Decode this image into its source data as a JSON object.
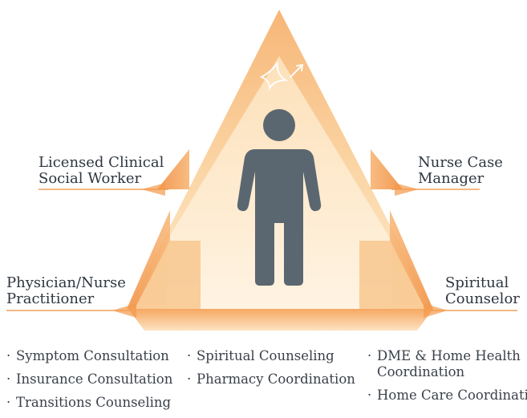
{
  "roles": {
    "top_left": [
      "Licensed Clinical",
      "Social Worker"
    ],
    "top_right": [
      "Nurse Case",
      "Manager"
    ],
    "bottom_left": [
      "Physician/Nurse",
      "Practitioner"
    ],
    "bottom_right": [
      "Spiritual",
      "Counselor"
    ]
  },
  "services": {
    "col1": [
      "Symptom Consultation",
      "Insurance Consultation",
      "Transitions Counseling"
    ],
    "col2": [
      "Spiritual Counseling",
      "Pharmacy Coordination"
    ],
    "col3": [
      "DME & Home Health Coordination",
      "Home Care Coordination"
    ]
  },
  "colors": {
    "orange_dark": "#f39a4c",
    "orange_light": "#fde6c4",
    "line": "#f4a15a",
    "person": "#5b6770"
  },
  "icons": [
    "sparkle-icon",
    "person-icon"
  ]
}
